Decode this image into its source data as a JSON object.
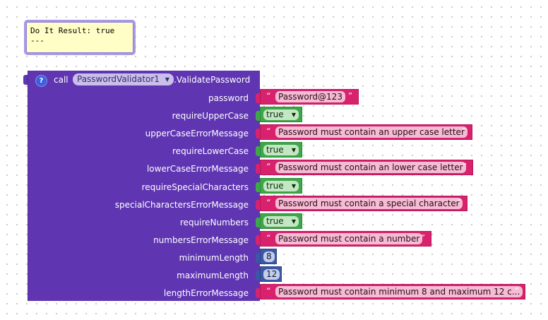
{
  "result_bubble": {
    "line1": "Do It Result: true",
    "line2": "---"
  },
  "call_block": {
    "call_label": "call",
    "help_icon": "?",
    "component": "PasswordValidator1",
    "method": ".ValidatePassword",
    "colors": {
      "procedure": "#5f35b1",
      "text": "#d8226e",
      "logic": "#3ea74a",
      "math": "#3d57a6"
    }
  },
  "params": [
    {
      "name": "password",
      "type": "text",
      "value": "Password@123"
    },
    {
      "name": "requireUpperCase",
      "type": "bool",
      "value": "true"
    },
    {
      "name": "upperCaseErrorMessage",
      "type": "text",
      "value": "Password must contain an upper case letter"
    },
    {
      "name": "requireLowerCase",
      "type": "bool",
      "value": "true"
    },
    {
      "name": "lowerCaseErrorMessage",
      "type": "text",
      "value": "Password must contain an lower case letter"
    },
    {
      "name": "requireSpecialCharacters",
      "type": "bool",
      "value": "true"
    },
    {
      "name": "specialCharactersErrorMessage",
      "type": "text",
      "value": "Password must contain a special character"
    },
    {
      "name": "requireNumbers",
      "type": "bool",
      "value": "true"
    },
    {
      "name": "numbersErrorMessage",
      "type": "text",
      "value": "Password must contain a number"
    },
    {
      "name": "minimumLength",
      "type": "number",
      "value": "8"
    },
    {
      "name": "maximumLength",
      "type": "number",
      "value": "12"
    },
    {
      "name": "lengthErrorMessage",
      "type": "text",
      "value": "Password must contain minimum 8 and maximum 12 c..."
    }
  ],
  "glyphs": {
    "open_quote": "“",
    "close_quote": "”",
    "dropdown_caret": "▼"
  }
}
